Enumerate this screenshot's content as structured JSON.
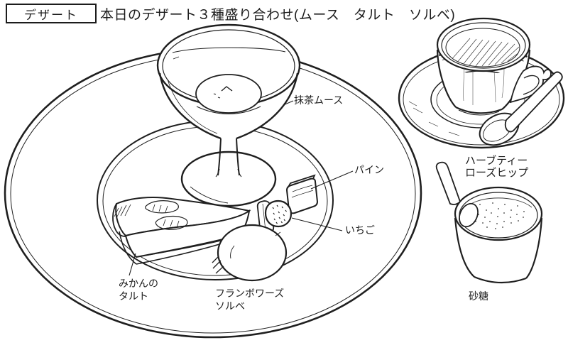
{
  "header": {
    "category_label": "デザート",
    "title": "本日のデザート３種盛り合わせ(ムース　タルト　ソルベ)"
  },
  "labels": {
    "matcha_mousse": "抹茶ムース",
    "pineapple": "パイン",
    "strawberry": "いちご",
    "mikan_tart": [
      "みかんの",
      "タルト"
    ],
    "framboise_sorbet": [
      "フランボワーズ",
      "ソルベ"
    ],
    "herb_tea": [
      "ハーブティー",
      "ローズヒップ"
    ],
    "sugar": "砂糖"
  },
  "illustration": {
    "style": "black ink line sketch on white",
    "items": [
      "large-round-plate",
      "martini-glass-with-matcha-mousse",
      "mikan-tart-slice",
      "pineapple-pieces",
      "strawberry",
      "framboise-sorbet-scoop",
      "herb-tea-cup-on-saucer-with-spoon",
      "sugar-cup-with-spoon"
    ]
  },
  "colors": {
    "ink": "#1f1f1f",
    "paper": "#ffffff"
  }
}
